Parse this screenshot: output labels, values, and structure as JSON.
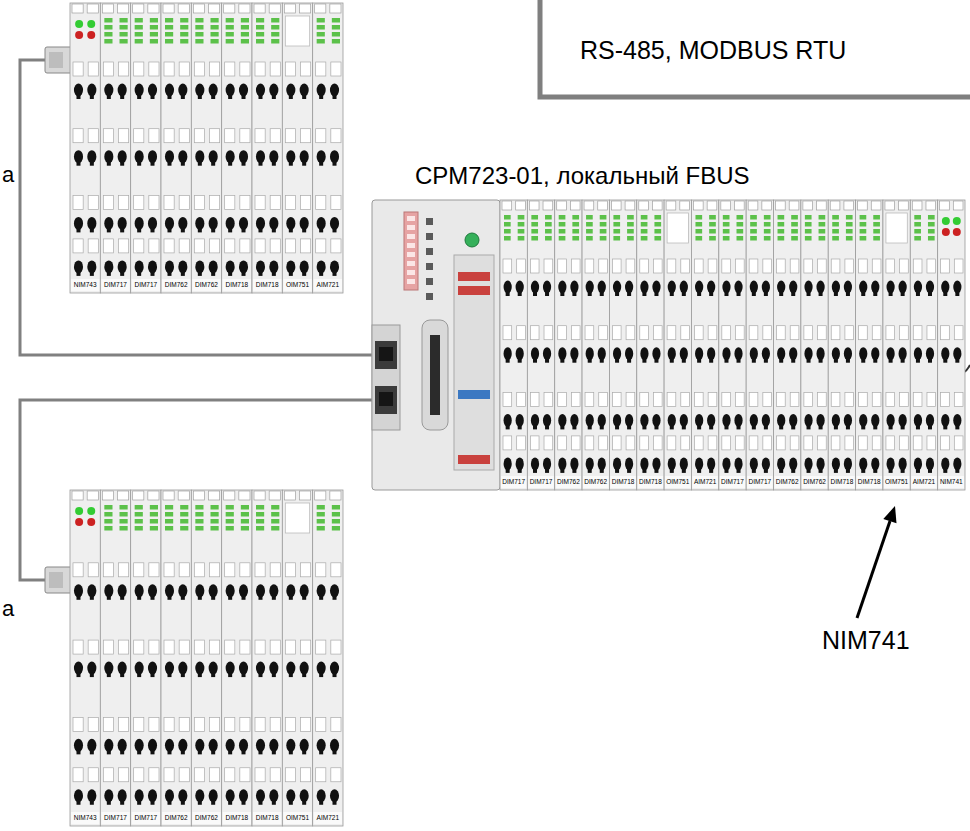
{
  "diagram": {
    "nodes": [
      {
        "text": [
          "NIM743",
          "DIM717",
          "DIM717",
          "DIM762",
          "DIM762",
          "DIM718",
          "DIM718",
          "OIM751",
          "AIM721"
        ]
      },
      {
        "text": [
          "CPM723-01, локальный FBUS",
          "DIM717",
          "DIM717",
          "DIM762",
          "DIM762",
          "DIM718",
          "DIM718",
          "OIM751",
          "AIM721",
          "DIM717",
          "DIM717",
          "DIM762",
          "DIM762",
          "DIM718",
          "DIM718",
          "OIM751",
          "AIM721",
          "NIM741"
        ]
      },
      {
        "text": [
          "NIM743",
          "DIM717",
          "DIM717",
          "DIM762",
          "DIM762",
          "DIM718",
          "DIM718",
          "OIM751",
          "AIM721"
        ]
      }
    ],
    "edges": [
      {
        "from": 1,
        "to": 0,
        "arrow": "none"
      },
      {
        "from": 1,
        "to": 2,
        "arrow": "none"
      }
    ],
    "labels": [
      "RS-485, MODBUS RTU",
      "NIM741",
      "а",
      "а"
    ]
  }
}
